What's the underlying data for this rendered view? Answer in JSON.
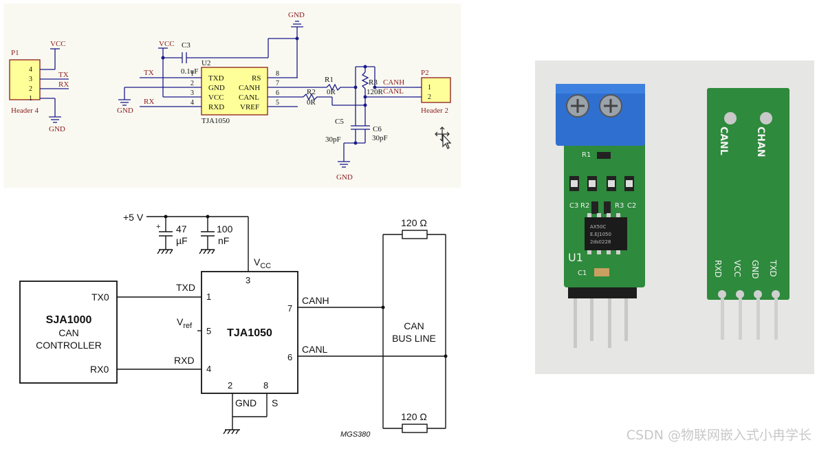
{
  "top_schematic": {
    "p1": {
      "ref": "P1",
      "name": "Header 4",
      "vcc": "VCC",
      "gnd": "GND",
      "pins": [
        {
          "num": "4",
          "net": ""
        },
        {
          "num": "3",
          "net": "TX"
        },
        {
          "num": "2",
          "net": "RX"
        },
        {
          "num": "1",
          "net": ""
        }
      ]
    },
    "u2": {
      "ref": "U2",
      "name": "TJA1050",
      "left_pins": [
        {
          "num": "1",
          "label": "TXD"
        },
        {
          "num": "2",
          "label": "GND"
        },
        {
          "num": "3",
          "label": "VCC"
        },
        {
          "num": "4",
          "label": "RXD"
        }
      ],
      "right_pins": [
        {
          "num": "8",
          "label": "RS"
        },
        {
          "num": "7",
          "label": "CANH"
        },
        {
          "num": "6",
          "label": "CANL"
        },
        {
          "num": "5",
          "label": "VREF"
        }
      ]
    },
    "c3": {
      "ref": "C3",
      "value": "0.1uF"
    },
    "vcc": "VCC",
    "tx": "TX",
    "rx": "RX",
    "gnd": "GND",
    "r1": {
      "ref": "R1",
      "value": "0R"
    },
    "r2": {
      "ref": "R2",
      "value": "0R"
    },
    "r3": {
      "ref": "R3",
      "value": "120R"
    },
    "c5": {
      "ref": "C5",
      "value": "30pF"
    },
    "c6": {
      "ref": "C6",
      "value": "30pF"
    },
    "p2": {
      "ref": "P2",
      "name": "Header 2",
      "pins": [
        {
          "num": "1",
          "net": "CANH"
        },
        {
          "num": "2",
          "net": "CANL"
        }
      ]
    }
  },
  "bottom_schematic": {
    "supply": "+5 V",
    "cap1": {
      "value": "47",
      "unit": "µF"
    },
    "cap2": {
      "value": "100",
      "unit": "nF"
    },
    "plus": "+",
    "controller": {
      "line1": "SJA1000",
      "line2": "CAN",
      "line3": "CONTROLLER",
      "tx": "TX0",
      "rx": "RX0"
    },
    "transceiver": {
      "name": "TJA1050",
      "vcc": "V",
      "vcc_sub": "CC",
      "vref": "V",
      "vref_sub": "ref",
      "txd": "TXD",
      "rxd": "RXD",
      "gnd": "GND",
      "s": "S",
      "canh": "CANH",
      "canl": "CANL",
      "pins": {
        "txd": "1",
        "gnd": "2",
        "vcc": "3",
        "rxd": "4",
        "vref": "5",
        "canl": "6",
        "canh": "7",
        "s": "8"
      }
    },
    "bus": {
      "line1": "CAN",
      "line2": "BUS LINE",
      "res_top": "120 Ω",
      "res_bottom": "120 Ω"
    },
    "ref_code": "MGS380"
  },
  "photo": {
    "front_labels": {
      "c3": "C3",
      "r2": "R2",
      "r3": "R3",
      "c2": "C2",
      "r1": "R1",
      "u1": "U1",
      "c1": "C1"
    },
    "chip_text": [
      "AX50C",
      "E.EJ1050",
      "2ds0228"
    ],
    "back_labels": {
      "canl": "CANL",
      "chan": "CHAN",
      "rxd": "RXD",
      "vcc": "VCC",
      "gnd": "GND",
      "txd": "TXD"
    }
  },
  "watermark": "CSDN @物联网嵌入式小冉学长",
  "colors": {
    "wire_blue": "#1a1a8a",
    "label_red": "#8b1a1a",
    "ic_yellow": "#ffff99",
    "pcb_green": "#2e8a3c",
    "terminal_blue": "#2f6fd0"
  }
}
